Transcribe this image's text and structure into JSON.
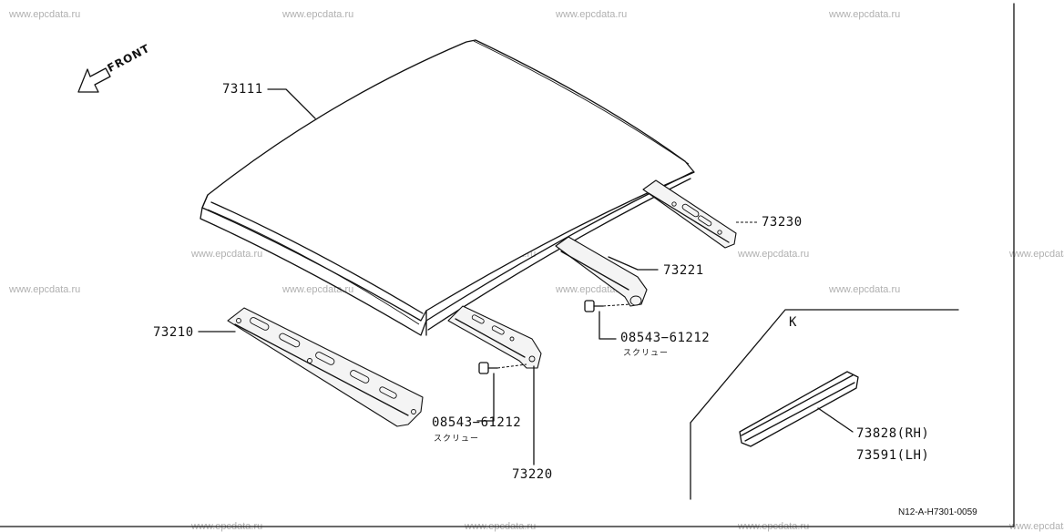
{
  "watermark": "www.epcdata.ru",
  "front_label": "FRONT",
  "section_letter": "K",
  "diagram_code": "N12-A-H7301-0059",
  "parts": {
    "roof_panel": "73111",
    "rail_rear": "73230",
    "bow_center": "73221",
    "rail_front": "73210",
    "bow_front": "73220",
    "screw_1_part": "08543−61212",
    "screw_1_name": "スクリュー",
    "screw_2_part": "08543−61212",
    "screw_2_name": "スクリュー",
    "molding_rh": "73828(RH)",
    "molding_lh": "73591(LH)"
  }
}
